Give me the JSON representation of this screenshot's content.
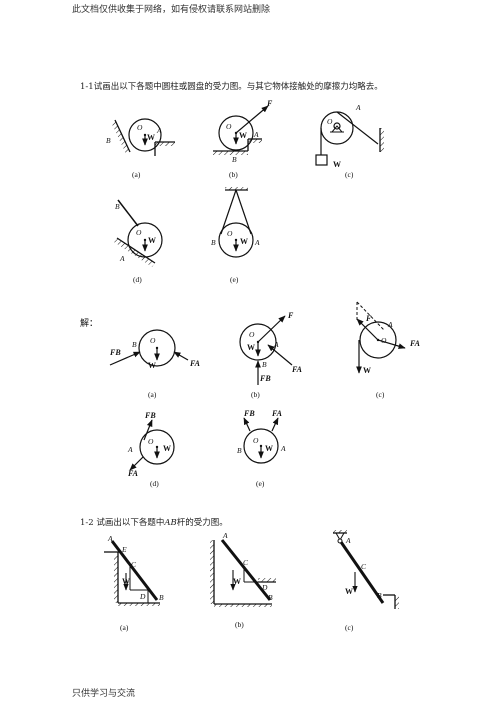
{
  "header": "此文档仅供收集于网络，如有侵权请联系网站删除",
  "footer": "只供学习与交流",
  "problem1": {
    "text": "1-1试画出以下各题中圆柱或圆盘的受力图。与其它物体接触处的摩擦力均略去。",
    "captions": [
      "(a)",
      "(b)",
      "(c)",
      "(d)",
      "(e)"
    ]
  },
  "solution_label": "解：",
  "solution": {
    "captions": [
      "(a)",
      "(b)",
      "(c)",
      "(d)",
      "(e)"
    ]
  },
  "problem2": {
    "text_before": "1-2 试画出以下各题中",
    "text_em": "AB",
    "text_after": "杆的受力图。",
    "captions": [
      "(a)",
      "(b)",
      "(c)"
    ]
  },
  "labels": {
    "O": "O",
    "W": "W",
    "A": "A",
    "B": "B",
    "C": "C",
    "D": "D",
    "E": "E",
    "F": "F",
    "FA": "FA",
    "FB": "FB"
  }
}
